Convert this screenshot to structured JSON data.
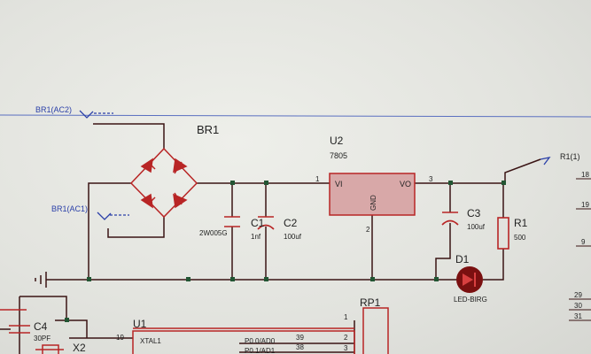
{
  "schematic": {
    "ports": {
      "ac2": "BR1(AC2)",
      "ac1": "BR1(AC1)",
      "r1": "R1(1)"
    },
    "bridge": {
      "ref": "BR1"
    },
    "regulator": {
      "ref": "U2",
      "part": "7805",
      "pin_vi": "VI",
      "pin_vo": "VO",
      "pin_gnd": "GND",
      "pin1": "1",
      "pin2": "2",
      "pin3": "3"
    },
    "c1": {
      "ref": "C1",
      "value": "1nf",
      "part": "2W005G"
    },
    "c2": {
      "ref": "C2",
      "value": "100uf"
    },
    "c3": {
      "ref": "C3",
      "value": "100uf"
    },
    "r1": {
      "ref": "R1",
      "value": "500"
    },
    "d1": {
      "ref": "D1",
      "value": "LED-BIRG"
    },
    "c4": {
      "ref": "C4",
      "value": "30PF"
    },
    "x2": {
      "ref": "X2"
    },
    "u1": {
      "ref": "U1",
      "pin19": "19",
      "xtal1": "XTAL1",
      "p00": "P0.0/AD0",
      "p01": "P0.1/AD1",
      "pin39": "39",
      "pin38": "38"
    },
    "rp1": {
      "ref": "RP1",
      "pin1": "1",
      "pin2": "2",
      "pin3": "3"
    },
    "edge_pins": [
      "18",
      "19",
      "9",
      "29",
      "30",
      "31"
    ]
  },
  "colors": {
    "wire": "#3a1414",
    "net_label": "#2a3fa8",
    "component": "#c42a2a",
    "junction": "#225533"
  }
}
